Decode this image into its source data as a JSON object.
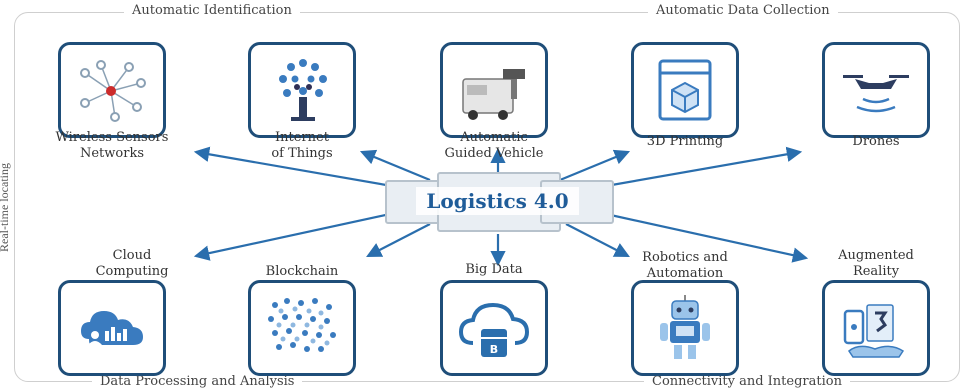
{
  "frame": {
    "top_left": "Automatic Identification",
    "top_right": "Automatic Data Collection",
    "bottom_left": "Data Processing and Analysis",
    "bottom_right": "Connectivity and Integration",
    "left_side": "Real-time locating"
  },
  "center": {
    "title": "Logistics 4.0"
  },
  "nodes_top": [
    {
      "label": "Wireless Sensors\nNetworks",
      "icon": "network-nodes-icon"
    },
    {
      "label": "Internet\nof Things",
      "icon": "iot-tree-icon"
    },
    {
      "label": "Automatic\nGuided Vehicle",
      "icon": "agv-icon"
    },
    {
      "label": "3D Printing",
      "icon": "3d-printer-icon"
    },
    {
      "label": "Drones",
      "icon": "drone-icon"
    }
  ],
  "nodes_bottom": [
    {
      "label": "Cloud\nComputing",
      "icon": "cloud-computing-icon"
    },
    {
      "label": "Blockchain",
      "icon": "blockchain-icon"
    },
    {
      "label": "Big Data",
      "icon": "big-data-cloud-icon",
      "badge": "B"
    },
    {
      "label": "Robotics and\nAutomation",
      "icon": "robot-icon"
    },
    {
      "label": "Augmented\nReality",
      "icon": "augmented-reality-icon"
    }
  ],
  "colors": {
    "card_border": "#1f4e79",
    "arrow": "#2a6ead",
    "title": "#1f5c99"
  }
}
